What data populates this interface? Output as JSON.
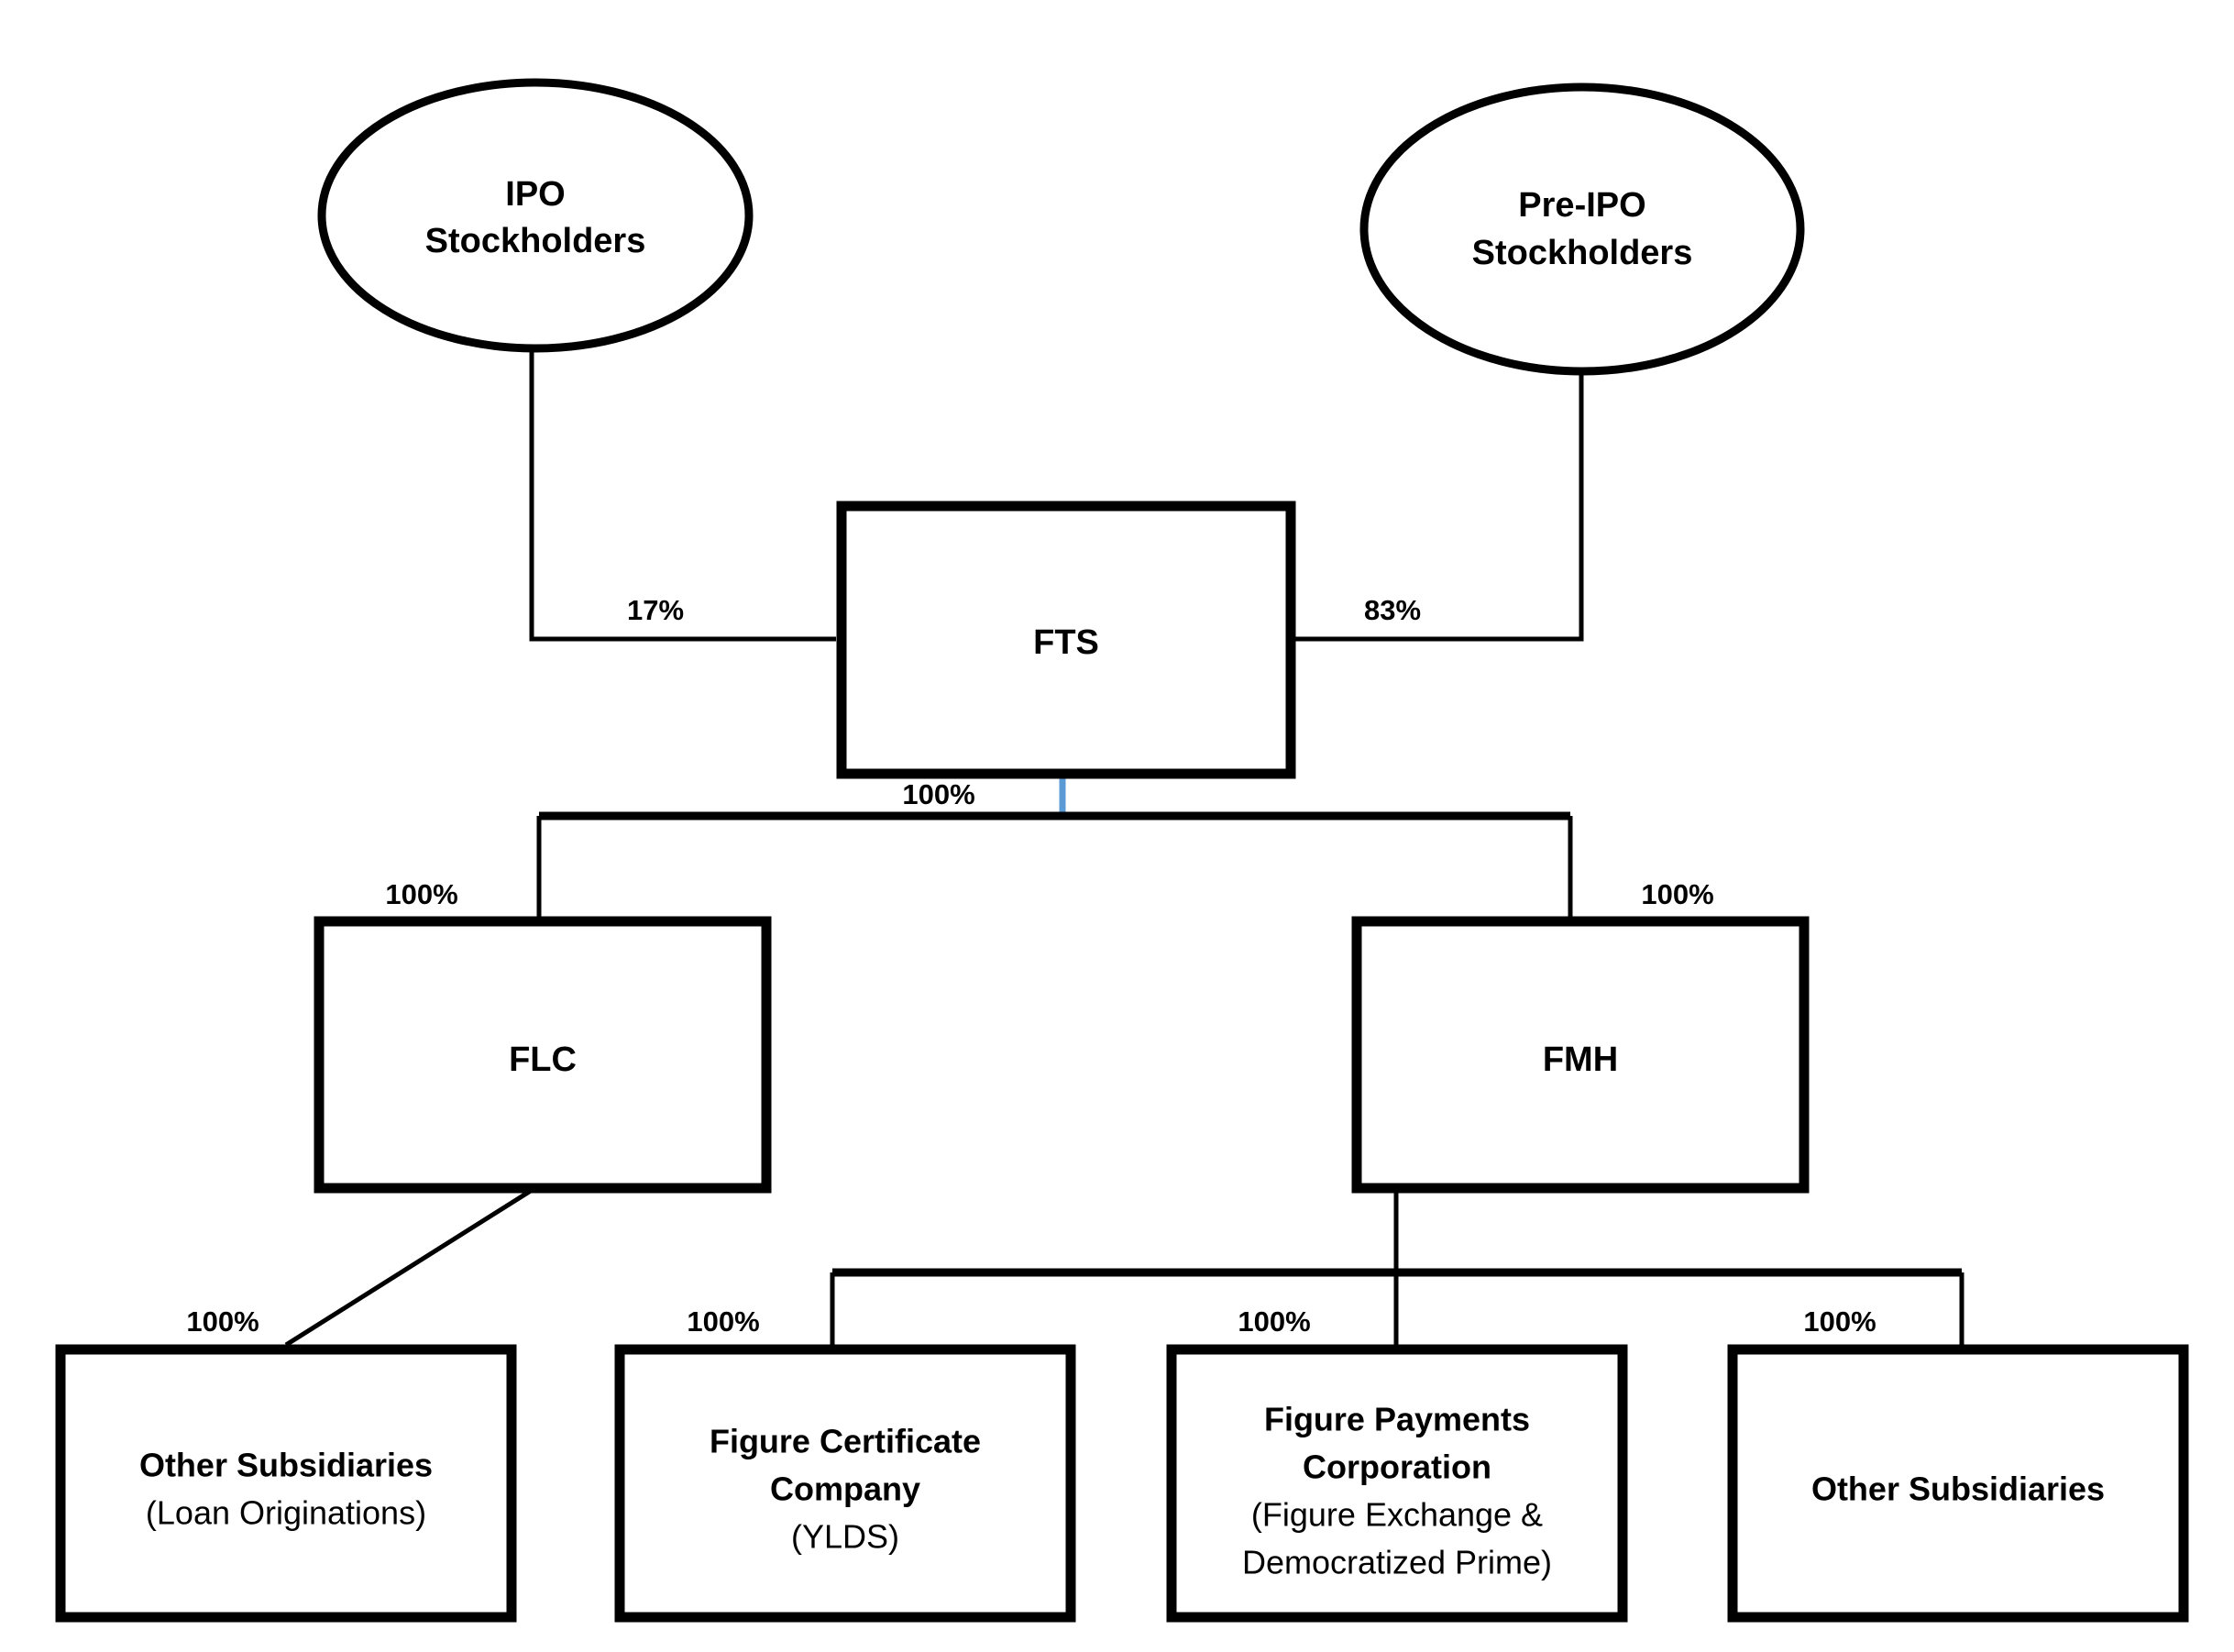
{
  "diagram": {
    "type": "organizational-ownership-chart",
    "background_color": "#ffffff",
    "line_color": "#000000",
    "accent_line_color": "#5B9BD5",
    "nodes": {
      "ipo_stockholders": {
        "line1": "IPO",
        "line2": "Stockholders",
        "shape": "ellipse"
      },
      "pre_ipo_stockholders": {
        "line1": "Pre-IPO",
        "line2": "Stockholders",
        "shape": "ellipse"
      },
      "fts": {
        "line1": "FTS",
        "shape": "box"
      },
      "flc": {
        "line1": "FLC",
        "shape": "box"
      },
      "fmh": {
        "line1": "FMH",
        "shape": "box"
      },
      "other_subs_loan": {
        "line1": "Other Subsidiaries",
        "line2": "(Loan Originations)",
        "shape": "box"
      },
      "figure_certificate": {
        "line1": "Figure Certificate",
        "line2": "Company",
        "line3": "(YLDS)",
        "shape": "box"
      },
      "figure_payments": {
        "line1": "Figure Payments",
        "line2": "Corporation",
        "line3": "(Figure Exchange &",
        "line4": "Democratized Prime)",
        "shape": "box"
      },
      "other_subs": {
        "line1": "Other Subsidiaries",
        "shape": "box"
      }
    },
    "edges": [
      {
        "id": "ipo-to-fts",
        "from": "ipo_stockholders",
        "to": "fts",
        "percent": "17%"
      },
      {
        "id": "preipo-to-fts",
        "from": "pre_ipo_stockholders",
        "to": "fts",
        "percent": "83%"
      },
      {
        "id": "fts-to-children",
        "from": "fts",
        "to": "flc-fmh-bus",
        "percent": "100%"
      },
      {
        "id": "bus-to-flc",
        "from": "fts",
        "to": "flc",
        "percent": "100%"
      },
      {
        "id": "bus-to-fmh",
        "from": "fts",
        "to": "fmh",
        "percent": "100%"
      },
      {
        "id": "flc-to-other-subs-loan",
        "from": "flc",
        "to": "other_subs_loan",
        "percent": "100%"
      },
      {
        "id": "fmh-to-figure-certificate",
        "from": "fmh",
        "to": "figure_certificate",
        "percent": "100%"
      },
      {
        "id": "fmh-to-figure-payments",
        "from": "fmh",
        "to": "figure_payments",
        "percent": "100%"
      },
      {
        "id": "fmh-to-other-subs",
        "from": "fmh",
        "to": "other_subs",
        "percent": "100%"
      }
    ]
  }
}
